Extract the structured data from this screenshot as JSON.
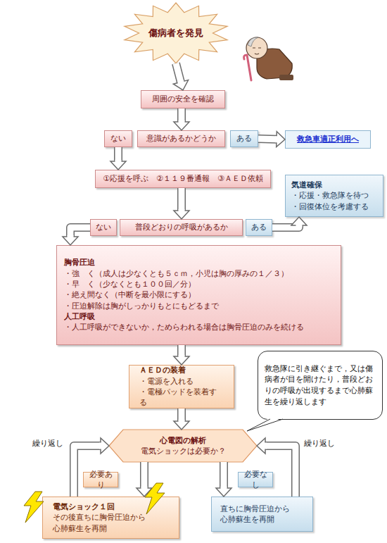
{
  "diagram": {
    "nodes": [
      {
        "text": [
          "傷病者を発見"
        ]
      },
      {
        "text": [
          "周囲の安全を確認"
        ]
      },
      {
        "text": [
          "ない"
        ]
      },
      {
        "text": [
          "意識があるかどうか"
        ]
      },
      {
        "text": [
          "ある"
        ]
      },
      {
        "text": [
          "救急車適正利用へ"
        ]
      },
      {
        "text": [
          "①応援を呼ぶ　②１１９番通報　③ＡＥＤ依頼"
        ]
      },
      {
        "text": [
          "気道確保",
          "・応援・救急隊を待つ",
          "・回復体位を考慮する"
        ]
      },
      {
        "text": [
          "ない"
        ]
      },
      {
        "text": [
          "普段どおりの呼吸があるか"
        ]
      },
      {
        "text": [
          "ある"
        ]
      },
      {
        "text": [
          "胸骨圧迫",
          "・強　く（成人は少なくとも５ｃｍ，小児は胸の厚みの１／３）",
          "・早　く（少なくとも１００回／分）",
          "・絶え間なく（中断を最小限にする）",
          "・圧迫解除は胸がしっかりもとにもどるまで",
          "人工呼吸",
          "・人工呼吸ができないか，ためらわれる場合は胸骨圧迫のみを続ける"
        ]
      },
      {
        "text": [
          "ＡＥＤの装着",
          "・電源を入れる",
          "・電極パッドを装着する"
        ]
      },
      {
        "text": [
          "救急隊に引き継ぐまで，又は傷病者が目を開けたり，普段どおりの呼吸が出現するまで心肺蘇生を繰り返します"
        ]
      },
      {
        "text": [
          "心電図の解析",
          "電気ショックは必要か？"
        ]
      },
      {
        "text": [
          "必要あり"
        ]
      },
      {
        "text": [
          "必要なし"
        ]
      },
      {
        "text": [
          "電気ショック１回",
          "その後直ちに胸骨圧迫から",
          "心肺蘇生を再開"
        ]
      },
      {
        "text": [
          "直ちに胸骨圧迫から",
          "心肺蘇生を再開"
        ]
      }
    ],
    "edges": [
      {
        "from": 0,
        "to": 1,
        "arrow": "to"
      },
      {
        "from": 1,
        "to": 3,
        "arrow": "to"
      },
      {
        "from": 4,
        "to": 5,
        "arrow": "to"
      },
      {
        "from": 2,
        "to": 6,
        "arrow": "to"
      },
      {
        "from": 6,
        "to": 9,
        "arrow": "to"
      },
      {
        "from": 10,
        "to": 7,
        "arrow": "to"
      },
      {
        "from": 8,
        "to": 11,
        "arrow": "to"
      },
      {
        "from": 11,
        "to": 12,
        "arrow": "to"
      },
      {
        "from": 12,
        "to": 14,
        "arrow": "to"
      },
      {
        "from": 14,
        "to": 17,
        "arrow": "to"
      },
      {
        "from": 14,
        "to": 18,
        "arrow": "to"
      },
      {
        "from": 17,
        "to": 14,
        "label": "繰り返し",
        "arrow": "to"
      },
      {
        "from": 18,
        "to": 14,
        "label": "繰り返し",
        "arrow": "to"
      }
    ]
  }
}
